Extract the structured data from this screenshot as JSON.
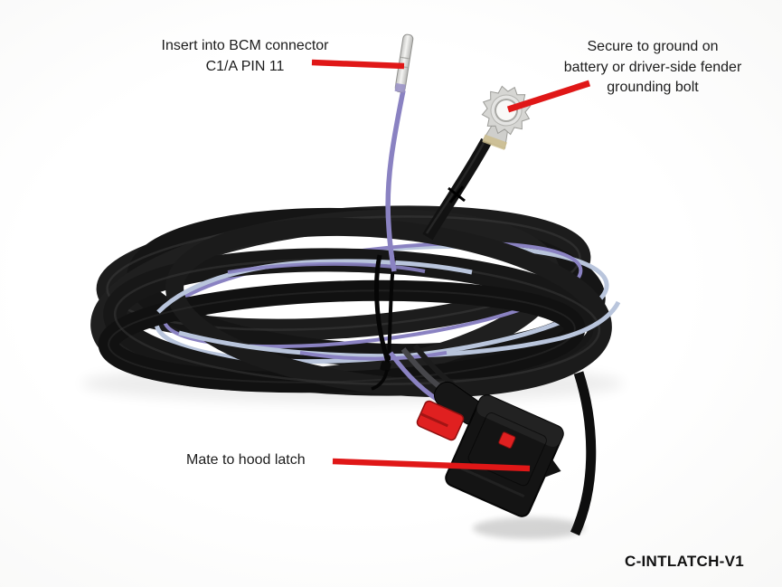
{
  "annotations": {
    "bcm": {
      "text": "Insert into BCM connector\nC1/A PIN 11"
    },
    "ground": {
      "text": "Secure to ground on\nbattery or driver-side fender\ngrounding bolt"
    },
    "hood_latch": {
      "text": "Mate to hood latch"
    }
  },
  "part_number": "C-INTLATCH-V1",
  "colors": {
    "arrow": "#e01717",
    "wire_light_blue": "#b9c5dc",
    "wire_purple": "#8a82c2",
    "connector_red": "#e02020",
    "harness_black": "#161616"
  }
}
